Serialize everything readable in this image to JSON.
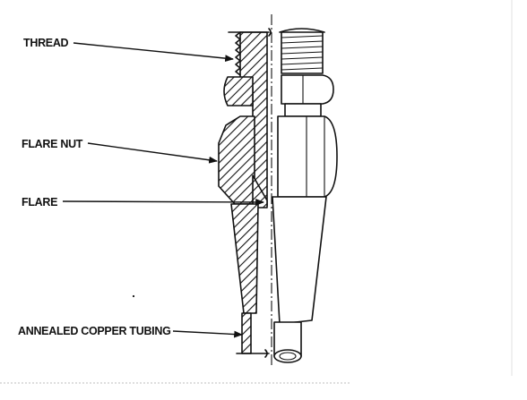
{
  "figure": {
    "labels": {
      "thread": "THREAD",
      "flare_nut": "FLARE NUT",
      "flare": "FLARE",
      "tubing": "ANNEALED COPPER TUBING"
    },
    "colors": {
      "ink": "#111111",
      "background": "#ffffff",
      "footer_rule": "#bdbdbd"
    }
  }
}
